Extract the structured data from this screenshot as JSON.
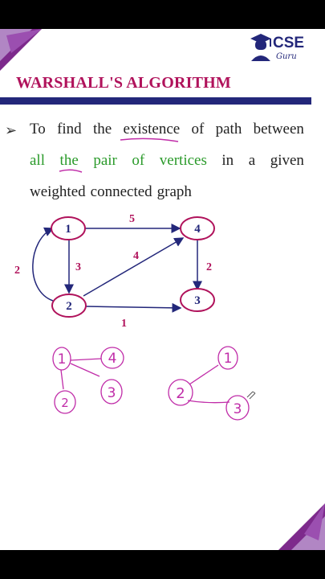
{
  "brand": {
    "name": "CSE",
    "tagline": "Guru"
  },
  "title": "WARSHALL'S ALGORITHM",
  "bullet": {
    "line1": [
      "To",
      "find",
      "the",
      "existence",
      "of",
      "path",
      "between"
    ],
    "line2": [
      "all",
      "the",
      "pair",
      "of",
      "vertices",
      "in",
      "a",
      "given"
    ],
    "line3": [
      "weighted",
      "connected",
      "graph"
    ]
  },
  "graph": {
    "nodes": [
      "1",
      "2",
      "3",
      "4"
    ],
    "edges": [
      {
        "from": "1",
        "to": "4",
        "weight": "5"
      },
      {
        "from": "1",
        "to": "2",
        "weight": "3"
      },
      {
        "from": "2",
        "to": "1",
        "weight": "2"
      },
      {
        "from": "2",
        "to": "4",
        "weight": "4"
      },
      {
        "from": "4",
        "to": "3",
        "weight": "2"
      },
      {
        "from": "2",
        "to": "3",
        "weight": "1"
      }
    ]
  },
  "sketch": {
    "left_nodes": [
      "1",
      "4",
      "2",
      "3"
    ],
    "right_nodes": [
      "1",
      "2",
      "3"
    ]
  },
  "colors": {
    "accent": "#b0125b",
    "navy": "#23277a",
    "highlight": "#2a9a2a",
    "ink": "#c02ca8"
  }
}
